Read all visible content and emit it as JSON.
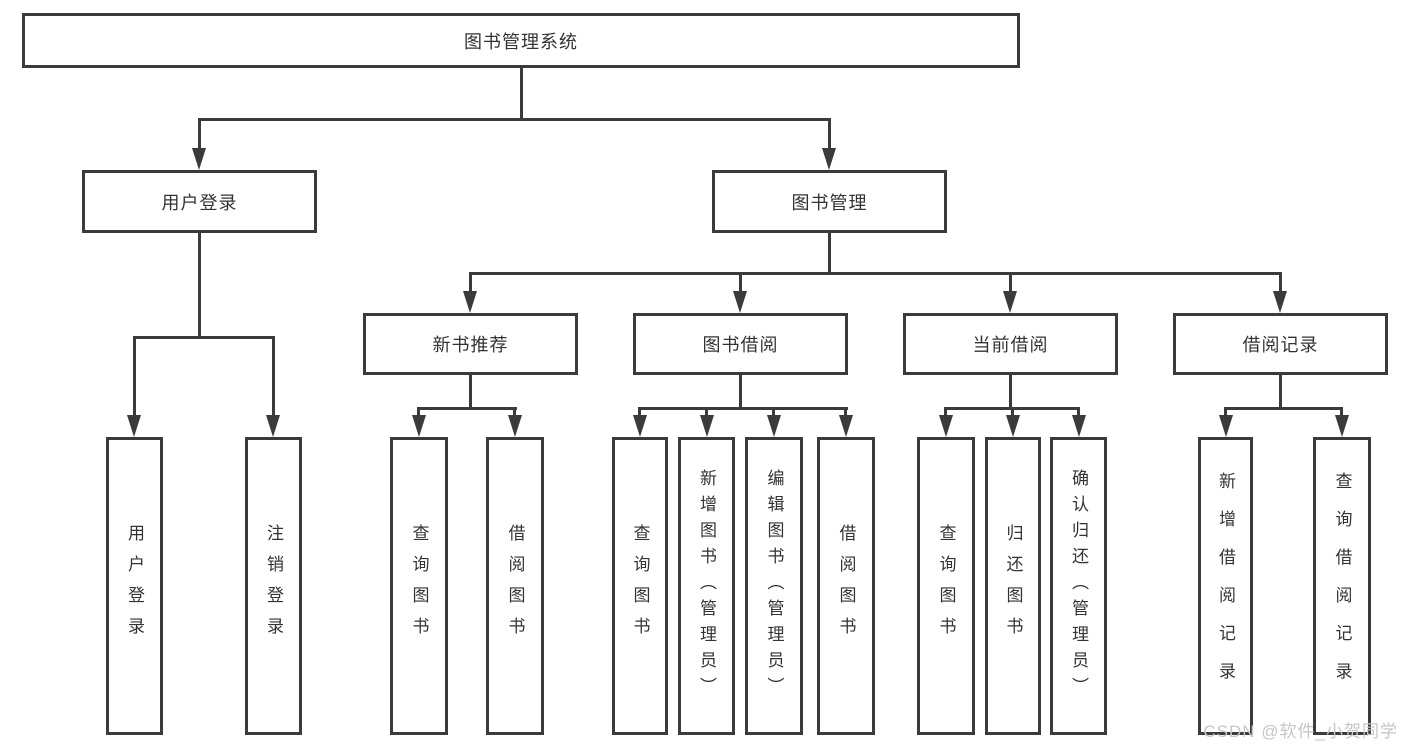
{
  "diagram": {
    "type": "tree",
    "title": "图书管理系统",
    "root": {
      "label": "图书管理系统"
    },
    "level2": [
      {
        "label": "用户登录"
      },
      {
        "label": "图书管理"
      }
    ],
    "level3": [
      {
        "label": "新书推荐",
        "parent": "图书管理"
      },
      {
        "label": "图书借阅",
        "parent": "图书管理"
      },
      {
        "label": "当前借阅",
        "parent": "图书管理"
      },
      {
        "label": "借阅记录",
        "parent": "图书管理"
      }
    ],
    "leaves": [
      {
        "label": "用户登录",
        "parent": "用户登录"
      },
      {
        "label": "注销登录",
        "parent": "用户登录"
      },
      {
        "label": "查询图书",
        "parent": "新书推荐"
      },
      {
        "label": "借阅图书",
        "parent": "新书推荐"
      },
      {
        "label": "查询图书",
        "parent": "图书借阅"
      },
      {
        "label": "新增图书（管理员）",
        "parent": "图书借阅"
      },
      {
        "label": "编辑图书（管理员）",
        "parent": "图书借阅"
      },
      {
        "label": "借阅图书",
        "parent": "图书借阅"
      },
      {
        "label": "查询图书",
        "parent": "当前借阅"
      },
      {
        "label": "归还图书",
        "parent": "当前借阅"
      },
      {
        "label": "确认归还（管理员）",
        "parent": "当前借阅"
      },
      {
        "label": "新增借阅记录",
        "parent": "借阅记录"
      },
      {
        "label": "查询借阅记录",
        "parent": "借阅记录"
      }
    ],
    "watermark": "CSDN @软件_小贺同学",
    "colors": {
      "line": "#3b3b3b",
      "text": "#333333",
      "watermark": "#c6c6c6",
      "background": "#ffffff"
    }
  }
}
